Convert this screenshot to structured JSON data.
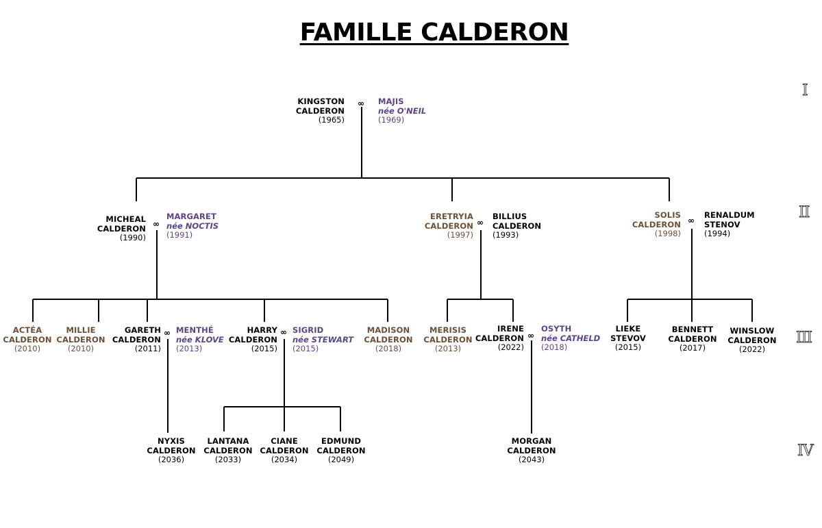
{
  "title": "FAMILLE CALDERON",
  "generations": [
    "I",
    "II",
    "III",
    "IV"
  ],
  "couple_symbol": "∞",
  "people": {
    "kingston": {
      "name": [
        "KINGSTON",
        "CALDERON"
      ],
      "year": "(1965)"
    },
    "majis": {
      "name": [
        "MAJIS"
      ],
      "subtitle": "née O'NEIL",
      "year": "(1969)"
    },
    "micheal": {
      "name": [
        "MICHEAL",
        "CALDERON"
      ],
      "year": "(1990)"
    },
    "margaret": {
      "name": [
        "MARGARET"
      ],
      "subtitle": "née NOCTIS",
      "year": "(1991)"
    },
    "eretryia": {
      "name": [
        "ERETRYIA",
        "CALDERON"
      ],
      "year": "(1997)"
    },
    "billius": {
      "name": [
        "BILLIUS",
        "CALDERON"
      ],
      "year": "(1993)"
    },
    "solis": {
      "name": [
        "SOLIS",
        "CALDERON"
      ],
      "year": "(1998)"
    },
    "renaldum": {
      "name": [
        "RENALDUM",
        "STENOV"
      ],
      "year": "(1994)"
    },
    "actea": {
      "name": [
        "ACTÉA",
        "CALDERON"
      ],
      "year": "(2010)"
    },
    "millie": {
      "name": [
        "MILLIE",
        "CALDERON"
      ],
      "year": "(2010)"
    },
    "gareth": {
      "name": [
        "GARETH",
        "CALDERON"
      ],
      "year": "(2011)"
    },
    "menthe": {
      "name": [
        "MENTHÉ"
      ],
      "subtitle": "née KLOVE",
      "year": "(2013)"
    },
    "harry": {
      "name": [
        "HARRY",
        "CALDERON"
      ],
      "year": "(2015)"
    },
    "sigrid": {
      "name": [
        "SIGRID"
      ],
      "subtitle": "née STEWART",
      "year": "(2015)"
    },
    "madison": {
      "name": [
        "MADISON",
        "CALDERON"
      ],
      "year": "(2018)"
    },
    "merisis": {
      "name": [
        "MERISIS",
        "CALDERON"
      ],
      "year": "(2013)"
    },
    "irene": {
      "name": [
        "IRENE",
        "CALDERON"
      ],
      "year": "(2022)"
    },
    "osyth": {
      "name": [
        "OSYTH"
      ],
      "subtitle": "née CATHELD",
      "year": "(2018)"
    },
    "lieke": {
      "name": [
        "LIEKE",
        "STEVOV"
      ],
      "year": "(2015)"
    },
    "bennett": {
      "name": [
        "BENNETT",
        "CALDERON"
      ],
      "year": "(2017)"
    },
    "winslow": {
      "name": [
        "WINSLOW",
        "CALDERON"
      ],
      "year": "(2022)"
    },
    "nyxis": {
      "name": [
        "NYXIS",
        "CALDERON"
      ],
      "year": "(2036)"
    },
    "lantana": {
      "name": [
        "LANTANA",
        "CALDERON"
      ],
      "year": "(2033)"
    },
    "ciane": {
      "name": [
        "CIANE",
        "CALDERON"
      ],
      "year": "(2034)"
    },
    "edmund": {
      "name": [
        "EDMUND",
        "CALDERON"
      ],
      "year": "(2049)"
    },
    "morgan": {
      "name": [
        "MORGAN",
        "CALDERON"
      ],
      "year": "(2043)"
    }
  }
}
